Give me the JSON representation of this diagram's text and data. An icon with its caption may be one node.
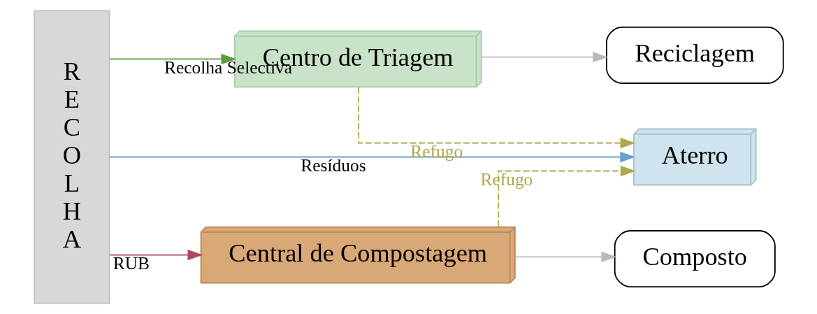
{
  "diagram": {
    "nodes": [
      {
        "text": [
          "RECOLHA"
        ]
      },
      {
        "text": [
          "Centro de Triagem"
        ]
      },
      {
        "text": [
          "Reciclagem"
        ]
      },
      {
        "text": [
          "Aterro"
        ]
      },
      {
        "text": [
          "Central de Compostagem"
        ]
      },
      {
        "text": [
          "Composto"
        ]
      }
    ],
    "edges": [
      {
        "from": 0,
        "to": 1,
        "arrow": "to",
        "label": "Recolha Selectiva",
        "color": "#5a9a3c"
      },
      {
        "from": 1,
        "to": 2,
        "arrow": "to",
        "color": "#b8b8c0"
      },
      {
        "from": 1,
        "to": 3,
        "arrow": "to",
        "label": "Refugo",
        "style": "dashed",
        "color": "#b0a84a"
      },
      {
        "from": 0,
        "to": 3,
        "arrow": "to",
        "label": "Resíduos",
        "color": "#6a9fd0"
      },
      {
        "from": 4,
        "to": 3,
        "arrow": "to",
        "label": "Refugo",
        "style": "dashed",
        "color": "#b0a84a"
      },
      {
        "from": 0,
        "to": 4,
        "arrow": "to",
        "label": "RUB",
        "color": "#b04a5a"
      },
      {
        "from": 4,
        "to": 5,
        "arrow": "to",
        "color": "#b8b8c0"
      }
    ]
  }
}
